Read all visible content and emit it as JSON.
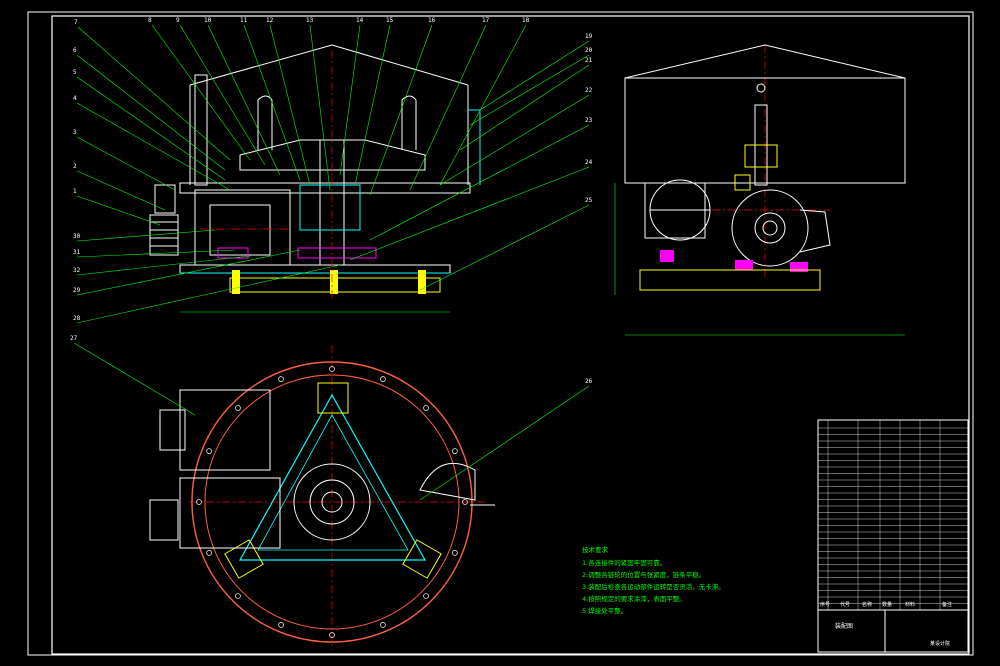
{
  "callouts_top": [
    {
      "text": "7"
    },
    {
      "text": "6"
    },
    {
      "text": "5"
    },
    {
      "text": "4"
    },
    {
      "text": "3"
    },
    {
      "text": "2"
    },
    {
      "text": "1"
    },
    {
      "text": "30"
    },
    {
      "text": "31"
    },
    {
      "text": "32"
    },
    {
      "text": "29"
    },
    {
      "text": "28"
    },
    {
      "text": "8"
    },
    {
      "text": "9"
    },
    {
      "text": "10"
    },
    {
      "text": "11"
    },
    {
      "text": "12"
    },
    {
      "text": "13"
    },
    {
      "text": "14"
    },
    {
      "text": "15"
    },
    {
      "text": "16"
    },
    {
      "text": "17"
    },
    {
      "text": "18"
    },
    {
      "text": "19"
    },
    {
      "text": "20"
    },
    {
      "text": "21"
    },
    {
      "text": "22"
    },
    {
      "text": "23"
    },
    {
      "text": "24"
    },
    {
      "text": "25"
    }
  ],
  "callouts_bottom": [
    {
      "text": "27"
    },
    {
      "text": "26"
    }
  ],
  "notes": {
    "title": "技术要求",
    "lines": [
      "1.各连接件的紧固牢固可靠。",
      "2.调整各链轮的位置与张紧度，链条平稳。",
      "3.装配后检查各运动部件运转是否灵活，无卡滞。",
      "4.按照规定的要求涂漆，表面平整。",
      "5.焊接处平整。"
    ]
  },
  "title_block": {
    "drawing_name": "装配图",
    "company": "某设计院",
    "header": [
      "序号",
      "代号",
      "名称",
      "数量",
      "材料",
      "备注"
    ]
  }
}
